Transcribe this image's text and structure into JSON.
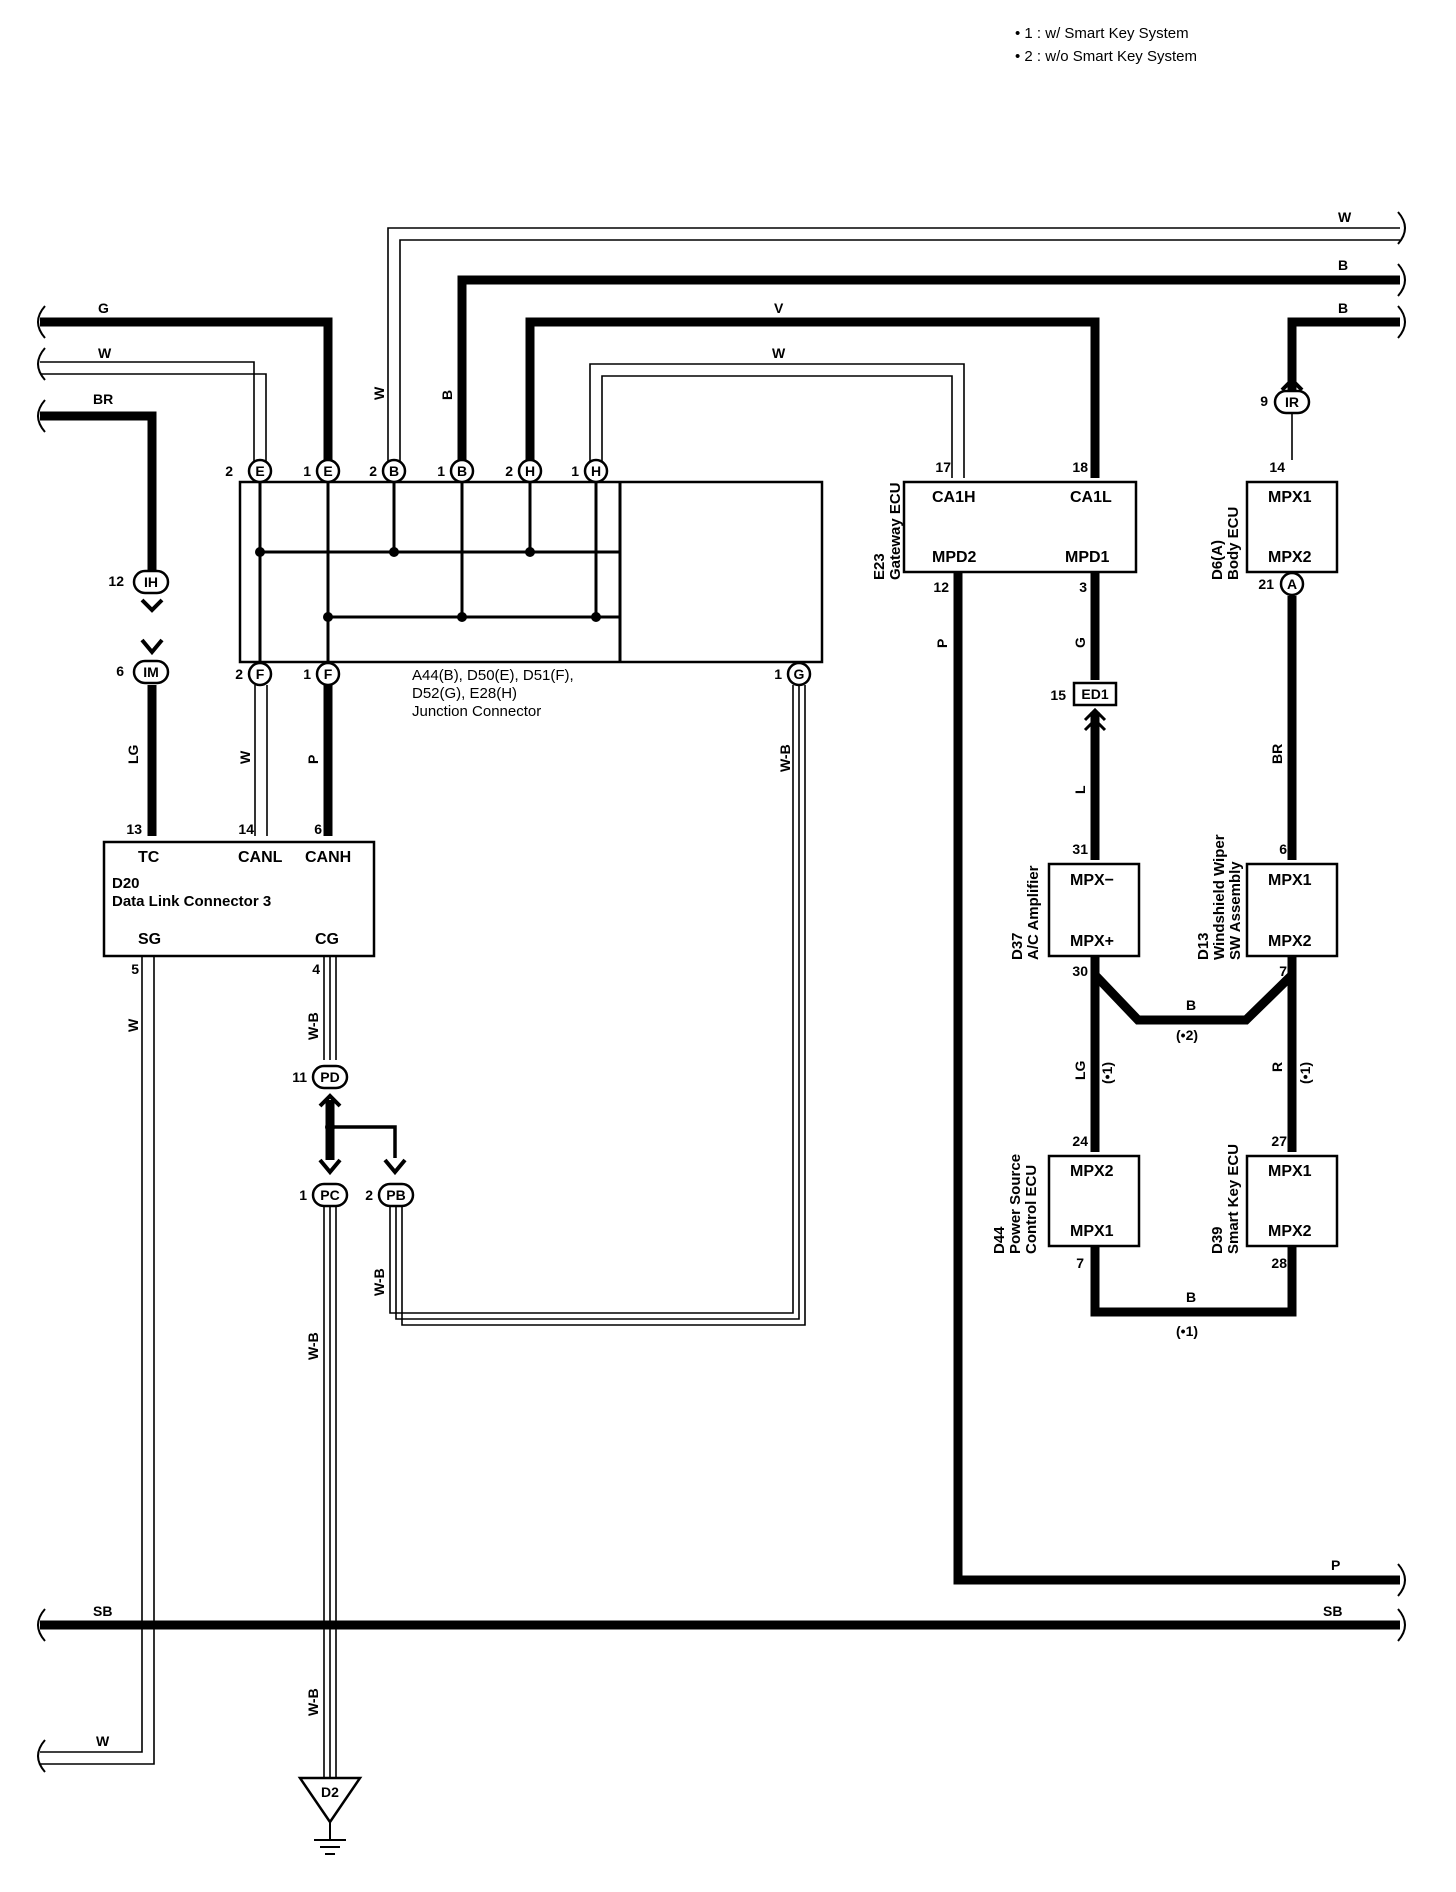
{
  "notes": {
    "n1": "• 1 : w/ Smart Key System",
    "n2": "• 2 : w/o Smart Key System"
  },
  "wires": {
    "w_top": "W",
    "b_top": "B",
    "b_top2": "B",
    "g_left": "G",
    "w_left": "W",
    "br_left": "BR",
    "v_mid": "V",
    "w_mid": "W",
    "w_vert": "W",
    "b_vert": "B",
    "lg": "LG",
    "w_e2": "W",
    "p_f1": "P",
    "wb_g": "W-B",
    "p_ecu": "P",
    "g_ecu": "G",
    "l_ed": "L",
    "br_body": "BR",
    "w_sg": "W",
    "wb_cg": "W-B",
    "wb_pb": "W-B",
    "wb_pc": "W-B",
    "wb_low": "W-B",
    "b_ac_wiper": "B",
    "b_ac_wiper_note": "(•2)",
    "lg_ac": "LG",
    "lg_ac_note": "(•1)",
    "r_wiper": "R",
    "r_wiper_note": "(•1)",
    "b_bottom": "B",
    "b_bottom_note": "(•1)",
    "p_bottom": "P",
    "sb_left": "SB",
    "sb_right": "SB",
    "w_bottom": "W"
  },
  "junction": {
    "name_line1": "A44(B), D50(E), D51(F),",
    "name_line2": "D52(G), E28(H)",
    "name_line3": "Junction Connector",
    "top_pins": [
      {
        "num": "2",
        "letter": "E"
      },
      {
        "num": "1",
        "letter": "E"
      },
      {
        "num": "2",
        "letter": "B"
      },
      {
        "num": "1",
        "letter": "B"
      },
      {
        "num": "2",
        "letter": "H"
      },
      {
        "num": "1",
        "letter": "H"
      }
    ],
    "bottom_pins": [
      {
        "num": "2",
        "letter": "F"
      },
      {
        "num": "1",
        "letter": "F"
      },
      {
        "num": "1",
        "letter": "G"
      }
    ]
  },
  "inline_connectors": {
    "ih": {
      "num": "12",
      "code": "IH"
    },
    "im": {
      "num": "6",
      "code": "IM"
    },
    "ir": {
      "num": "9",
      "code": "IR"
    },
    "ed1": {
      "num": "15",
      "code": "ED1"
    },
    "pd": {
      "num": "11",
      "code": "PD"
    },
    "pc": {
      "num": "1",
      "code": "PC"
    },
    "pb": {
      "num": "2",
      "code": "PB"
    },
    "a21": {
      "num": "21",
      "code": "A"
    }
  },
  "dlc": {
    "id": "D20",
    "name": "Data Link Connector 3",
    "tc": "TC",
    "canl": "CANL",
    "canh": "CANH",
    "sg": "SG",
    "cg": "CG",
    "p13": "13",
    "p14": "14",
    "p6": "6",
    "p5": "5",
    "p4": "4"
  },
  "gateway": {
    "id": "E23",
    "name": "Gateway ECU",
    "ca1h": "CA1H",
    "ca1l": "CA1L",
    "mpd2": "MPD2",
    "mpd1": "MPD1",
    "p17": "17",
    "p18": "18",
    "p12": "12",
    "p3": "3"
  },
  "body": {
    "id": "D6(A)",
    "name": "Body ECU",
    "mpx1": "MPX1",
    "mpx2": "MPX2",
    "p14": "14"
  },
  "ac": {
    "id": "D37",
    "name": "A/C Amplifier",
    "mpxm": "MPX−",
    "mpxp": "MPX+",
    "p31": "31",
    "p30": "30"
  },
  "wiper": {
    "id": "D13",
    "name1": "Windshield Wiper",
    "name2": "SW Assembly",
    "mpx1": "MPX1",
    "mpx2": "MPX2",
    "p6": "6",
    "p7": "7"
  },
  "psc": {
    "id": "D44",
    "name1": "Power Source",
    "name2": "Control ECU",
    "mpx2": "MPX2",
    "mpx1": "MPX1",
    "p24": "24",
    "p7": "7"
  },
  "smart": {
    "id": "D39",
    "name": "Smart Key ECU",
    "mpx1": "MPX1",
    "mpx2": "MPX2",
    "p27": "27",
    "p28": "28"
  },
  "ground": {
    "code": "D2"
  }
}
